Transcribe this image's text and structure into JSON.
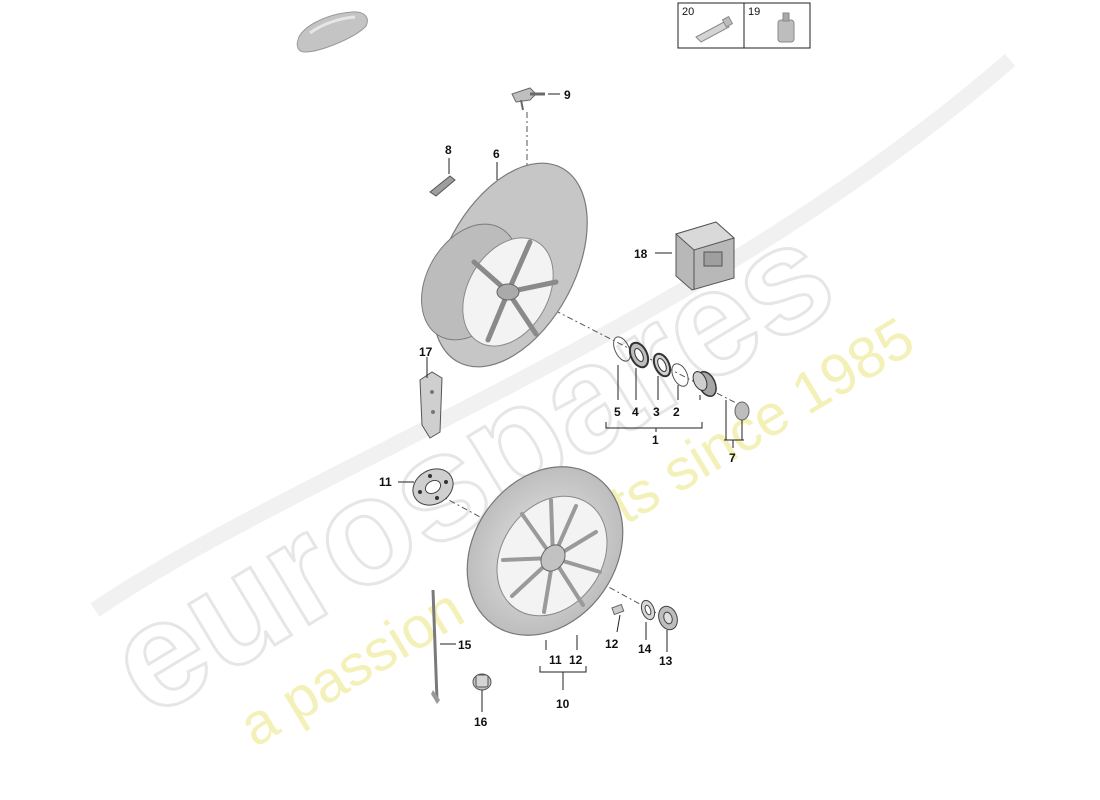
{
  "watermark": {
    "brand": "eurospares",
    "tagline": "a passion for parts since 1985"
  },
  "inset_box": {
    "items": [
      {
        "number": "20",
        "icon": "grease-tube-icon"
      },
      {
        "number": "19",
        "icon": "bottle-icon"
      }
    ]
  },
  "callouts": {
    "c1": "1",
    "c2": "2",
    "c3": "3",
    "c4": "4",
    "c5": "5",
    "c6": "6",
    "c7": "7",
    "c8": "8",
    "c9": "9",
    "c10": "10",
    "c11a": "11",
    "c11b": "11",
    "c12a": "12",
    "c12b": "12",
    "c13": "13",
    "c14": "14",
    "c15": "15",
    "c16": "16",
    "c17": "17",
    "c18": "18"
  },
  "colors": {
    "part_fill": "#c9c9c9",
    "part_dark": "#8e8e8e",
    "watermark_grey": "#e6e6e6",
    "watermark_yellow": "#f3f0b8"
  }
}
